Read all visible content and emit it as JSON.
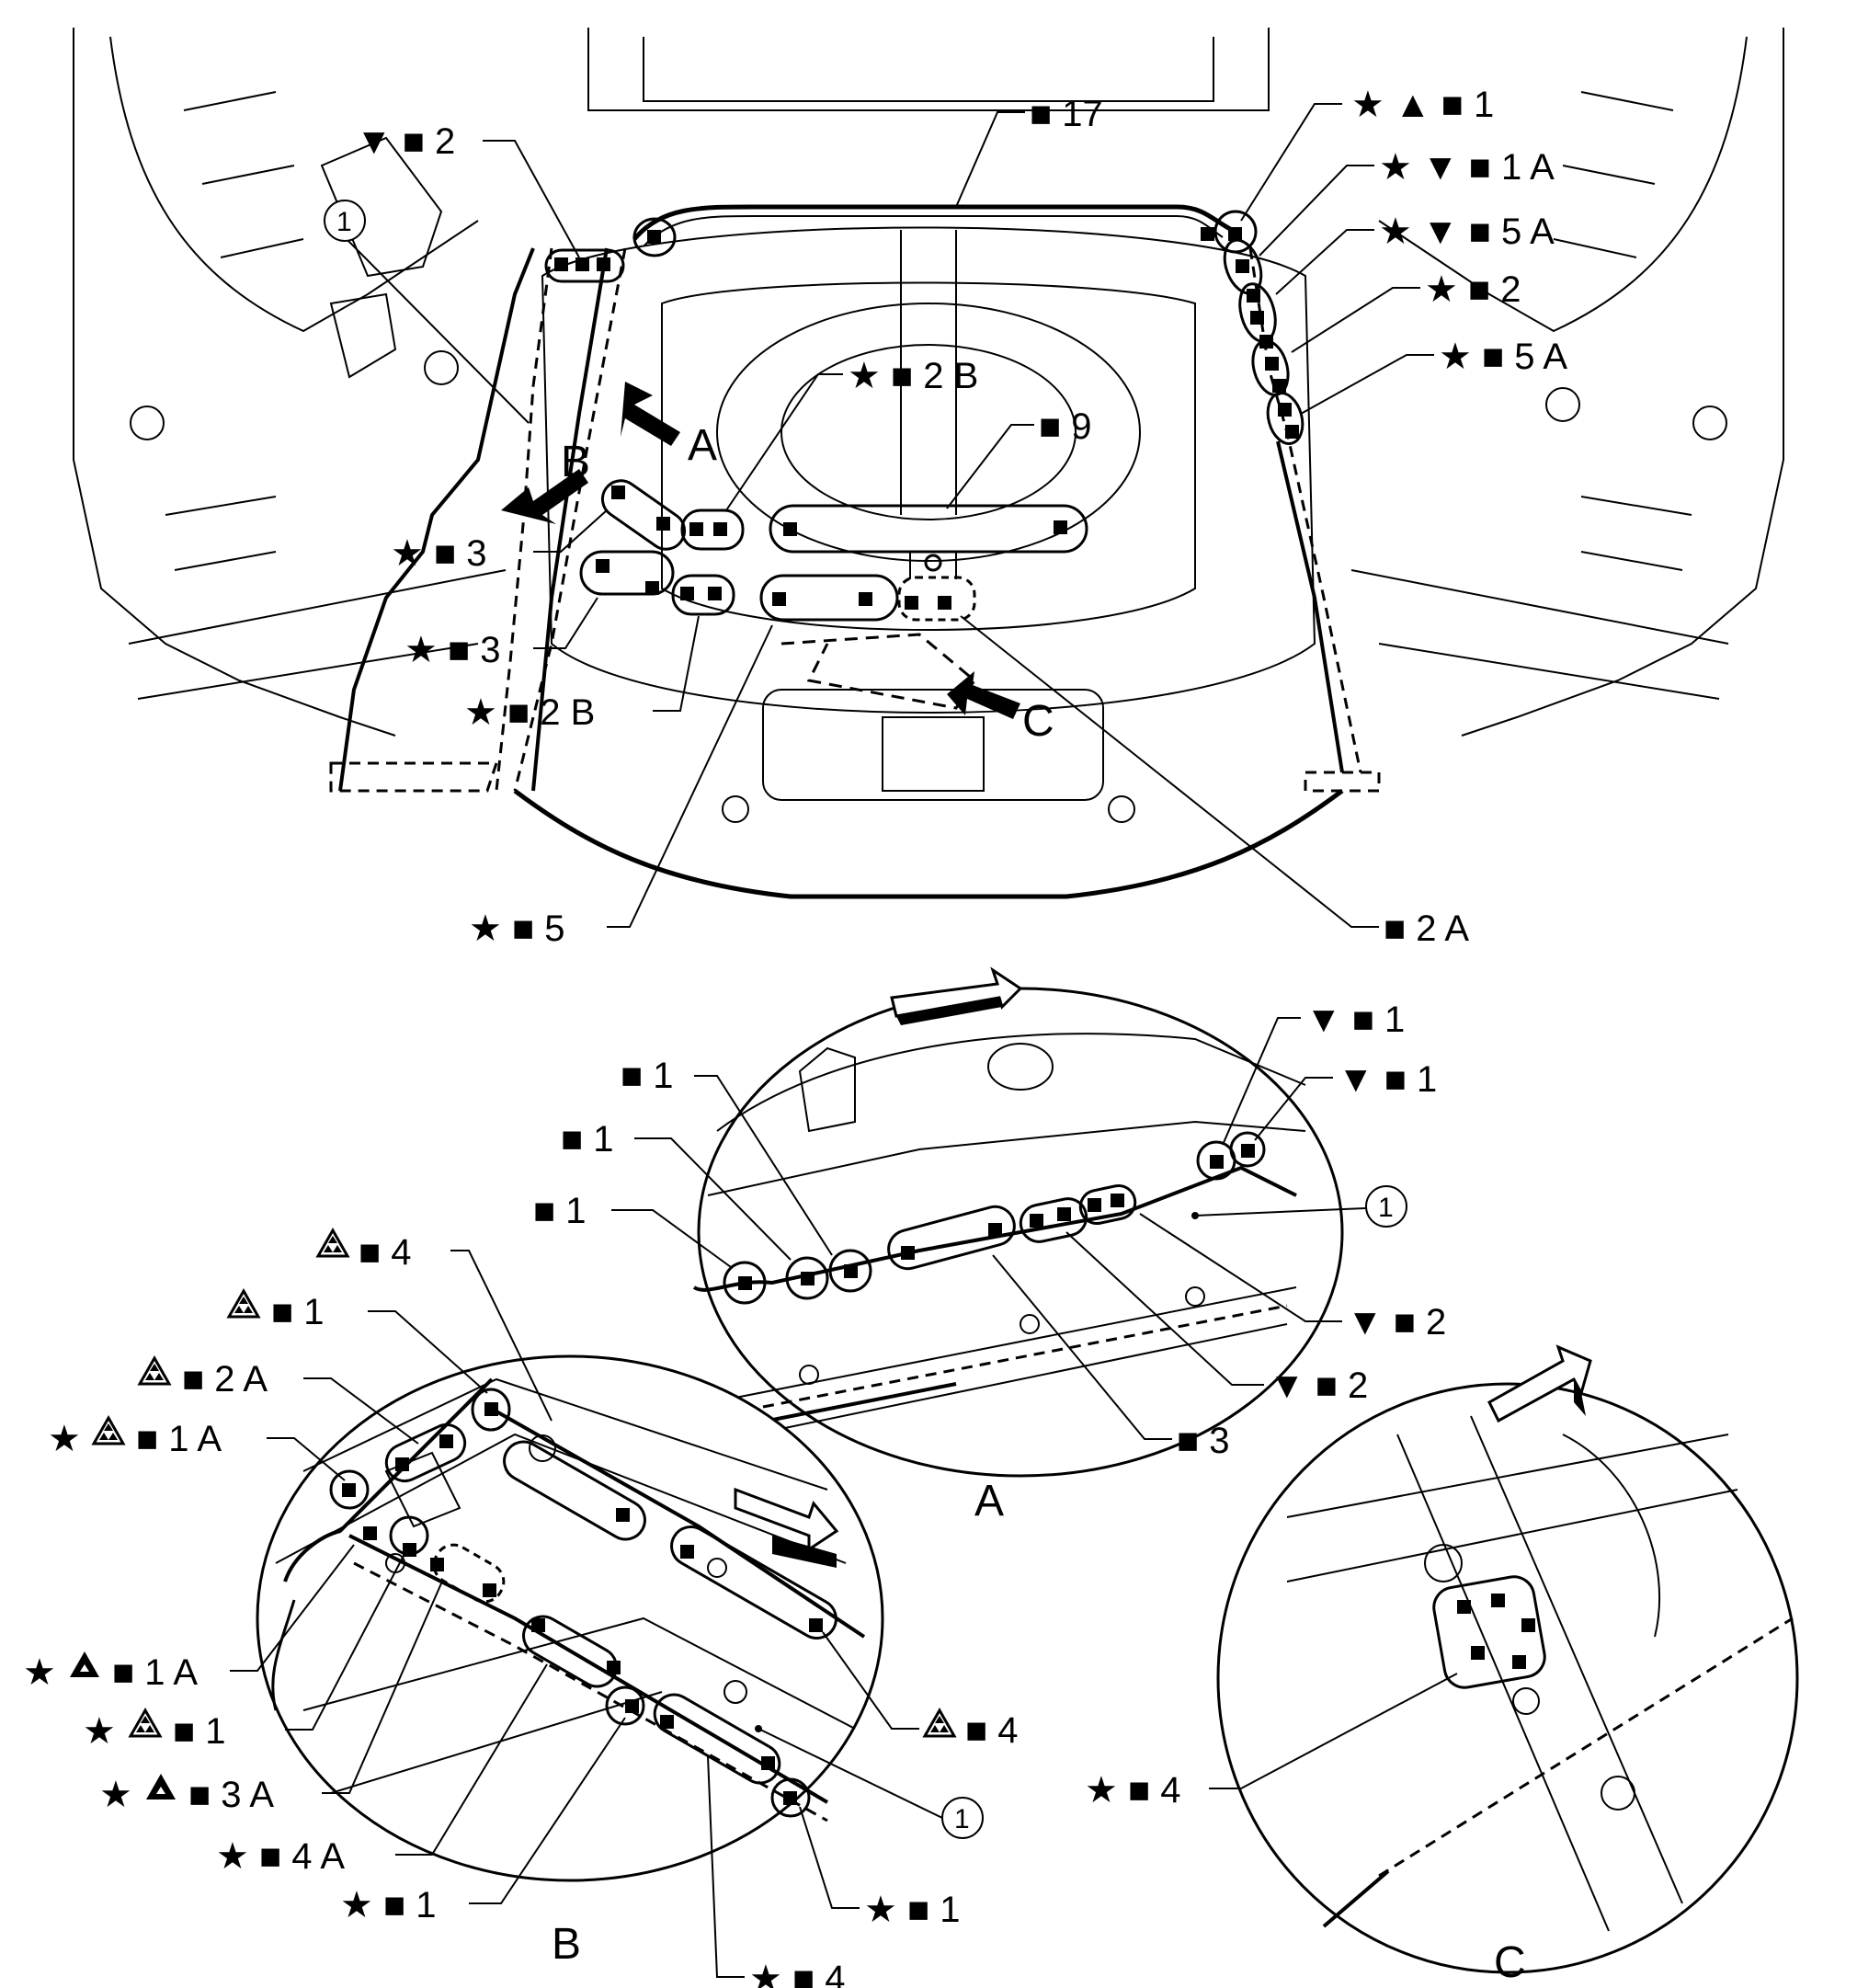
{
  "main": {
    "label_v2": "▼ ■ 2",
    "label_17": "■ 17",
    "label_star_tri_1": "★ ▲ ■ 1",
    "label_star_v_1a": "★ ▼ ■ 1 A",
    "label_star_v_5a": "★ ▼ ■ 5 A",
    "label_star_2": "★ ■ 2",
    "label_star_5a": "★ ■ 5 A",
    "label_star_2b_top": "★ ■ 2 B",
    "label_9": "■ 9",
    "label_star_3_a": "★ ■ 3",
    "label_star_3_b": "★ ■ 3",
    "label_star_2b_bottom": "★ ■ 2 B",
    "label_star_5": "★ ■ 5",
    "label_2a": "■ 2 A",
    "callout_1": "1",
    "arrow_a": "A",
    "arrow_b": "B",
    "arrow_c": "C"
  },
  "view_a": {
    "title": "A",
    "label_1_a": "■ 1",
    "label_1_b": "■ 1",
    "label_1_c": "■ 1",
    "label_v1_a": "▼ ■ 1",
    "label_v1_b": "▼ ■ 1",
    "label_v2_a": "▼ ■ 2",
    "label_v2_b": "▼ ■ 2",
    "label_3": "■ 3",
    "callout_1": "1"
  },
  "view_b": {
    "title": "B",
    "label_4_top": "■ 4",
    "label_1_top": "■ 1",
    "label_2a": "■ 2 A",
    "label_star_1a_top": "★",
    "label_1a_top": "■ 1 A",
    "label_star_1a_bottom": "★",
    "label_1a_bottom": "■ 1 A",
    "label_star_1": "★",
    "label_1": "■ 1",
    "label_star_3a": "★",
    "label_3a": "■ 3 A",
    "label_star_4a": "★ ■ 4 A",
    "label_star_1_b": "★ ■ 1",
    "label_star_1_c": "★ ■ 1",
    "label_star_4": "★ ■ 4",
    "label_4_right": "■ 4",
    "callout_1": "1"
  },
  "view_c": {
    "title": "C",
    "label_star_4": "★ ■ 4"
  }
}
